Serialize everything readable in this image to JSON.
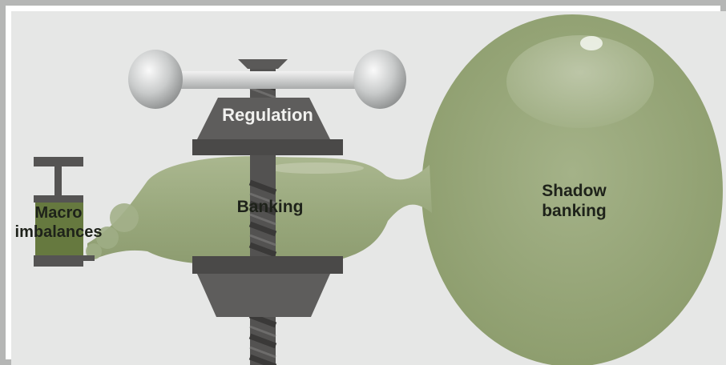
{
  "labels": {
    "regulation": "Regulation",
    "banking": "Banking",
    "macro_line1": "Macro",
    "macro_line2": "imbalances",
    "shadow_line1": "Shadow",
    "shadow_line2": "banking"
  },
  "colors": {
    "background": "#e6e7e6",
    "balloon": "#97a67a",
    "press": "#5e5d5c",
    "press_dark": "#4a4948",
    "knob": "#c4c6c6",
    "pump_fill": "#66793f",
    "text_light": "#f1f1ef",
    "text_dark": "#1e221a"
  }
}
